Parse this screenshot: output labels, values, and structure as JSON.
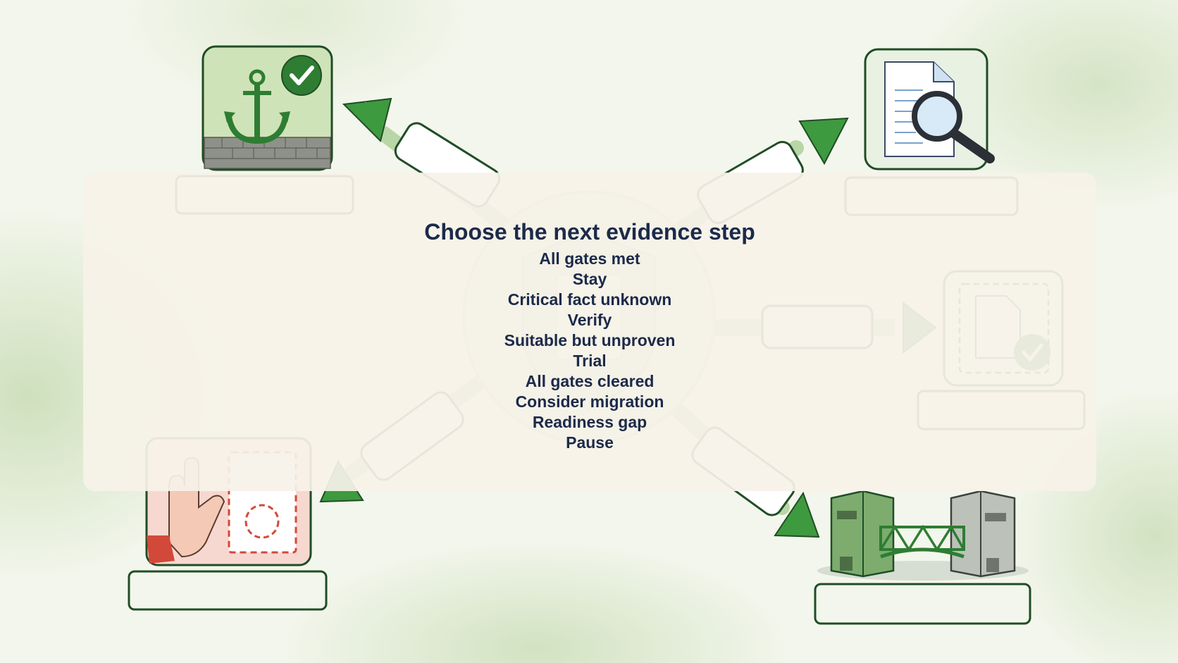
{
  "title": "Choose the next evidence step",
  "items": [
    "All gates met",
    "Stay",
    "Critical fact unknown",
    "Verify",
    "Suitable but unproven",
    "Trial",
    "All gates cleared",
    "Consider migration",
    "Readiness gap",
    "Pause"
  ],
  "icons": {
    "top_left": "anchor-check-icon",
    "top_right": "document-magnifier-icon",
    "right": "document-check-icon",
    "bottom_left": "stop-hand-document-icon",
    "bottom_right": "buildings-bridge-icon",
    "center": "shield-document-icon"
  },
  "colors": {
    "arrow_green": "#3e9a3e",
    "outline_green": "#1f4d26",
    "title_navy": "#1c2a4a",
    "stop_red": "#d2493a"
  }
}
